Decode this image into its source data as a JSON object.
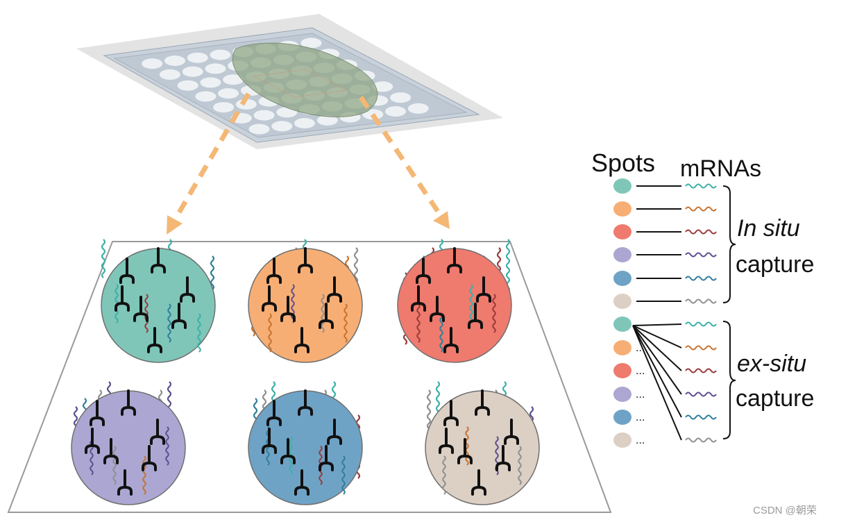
{
  "legend": {
    "spots_header": "Spots",
    "mrnas_header": "mRNAs",
    "in_situ": {
      "italic": "In situ",
      "plain": "capture"
    },
    "ex_situ": {
      "italic": "ex-situ",
      "plain": "capture"
    },
    "ellipsis": "..."
  },
  "spots": [
    {
      "id": "teal",
      "color": "#7fc6b9"
    },
    {
      "id": "orange",
      "color": "#f7ae74"
    },
    {
      "id": "red",
      "color": "#ef7a6e"
    },
    {
      "id": "lavender",
      "color": "#aba7d2"
    },
    {
      "id": "blue",
      "color": "#6fa3c6"
    },
    {
      "id": "beige",
      "color": "#dccfc4"
    }
  ],
  "mrna_colors": [
    "#3bb0a8",
    "#c8732f",
    "#9a3a3a",
    "#5e4e8e",
    "#2f7f9a",
    "#8f8f8f"
  ],
  "arrow_color": "#f4b774",
  "watermark": "CSDN @朝荣"
}
